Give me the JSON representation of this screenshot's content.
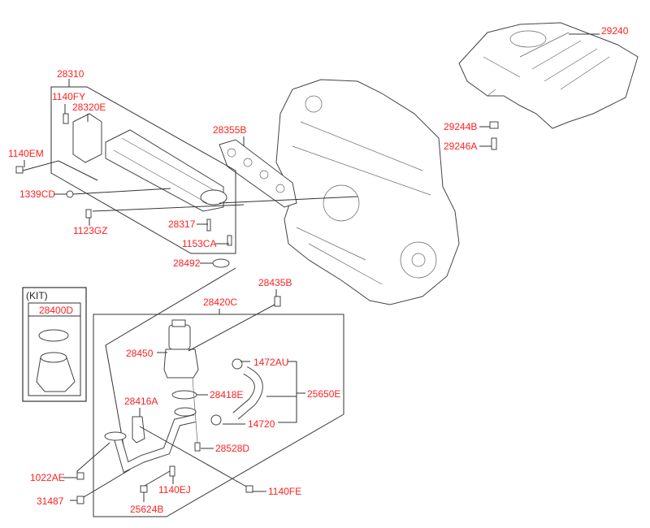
{
  "diagram": {
    "label_color": "#ff2020",
    "kit": {
      "title": "(KIT)",
      "part": "28400D"
    },
    "parts": {
      "p29240": "29240",
      "p28310": "28310",
      "p1140FY": "1140FY",
      "p28320E": "28320E",
      "p1140EM": "1140EM",
      "p1339CD": "1339CD",
      "p1123GZ": "1123GZ",
      "p28355B": "28355B",
      "p28317": "28317",
      "p1153CA": "1153CA",
      "p28492": "28492",
      "p29244B": "29244B",
      "p29246A": "29246A",
      "p28435B": "28435B",
      "p28420C": "28420C",
      "p28450": "28450",
      "p1472AU": "1472AU",
      "p28418E": "28418E",
      "p25650E": "25650E",
      "p28416A": "28416A",
      "p14720": "14720",
      "p28528D": "28528D",
      "p1022AE": "1022AE",
      "p31487": "31487",
      "p1140EJ": "1140EJ",
      "p1140FE": "1140FE",
      "p25624B": "25624B"
    }
  }
}
